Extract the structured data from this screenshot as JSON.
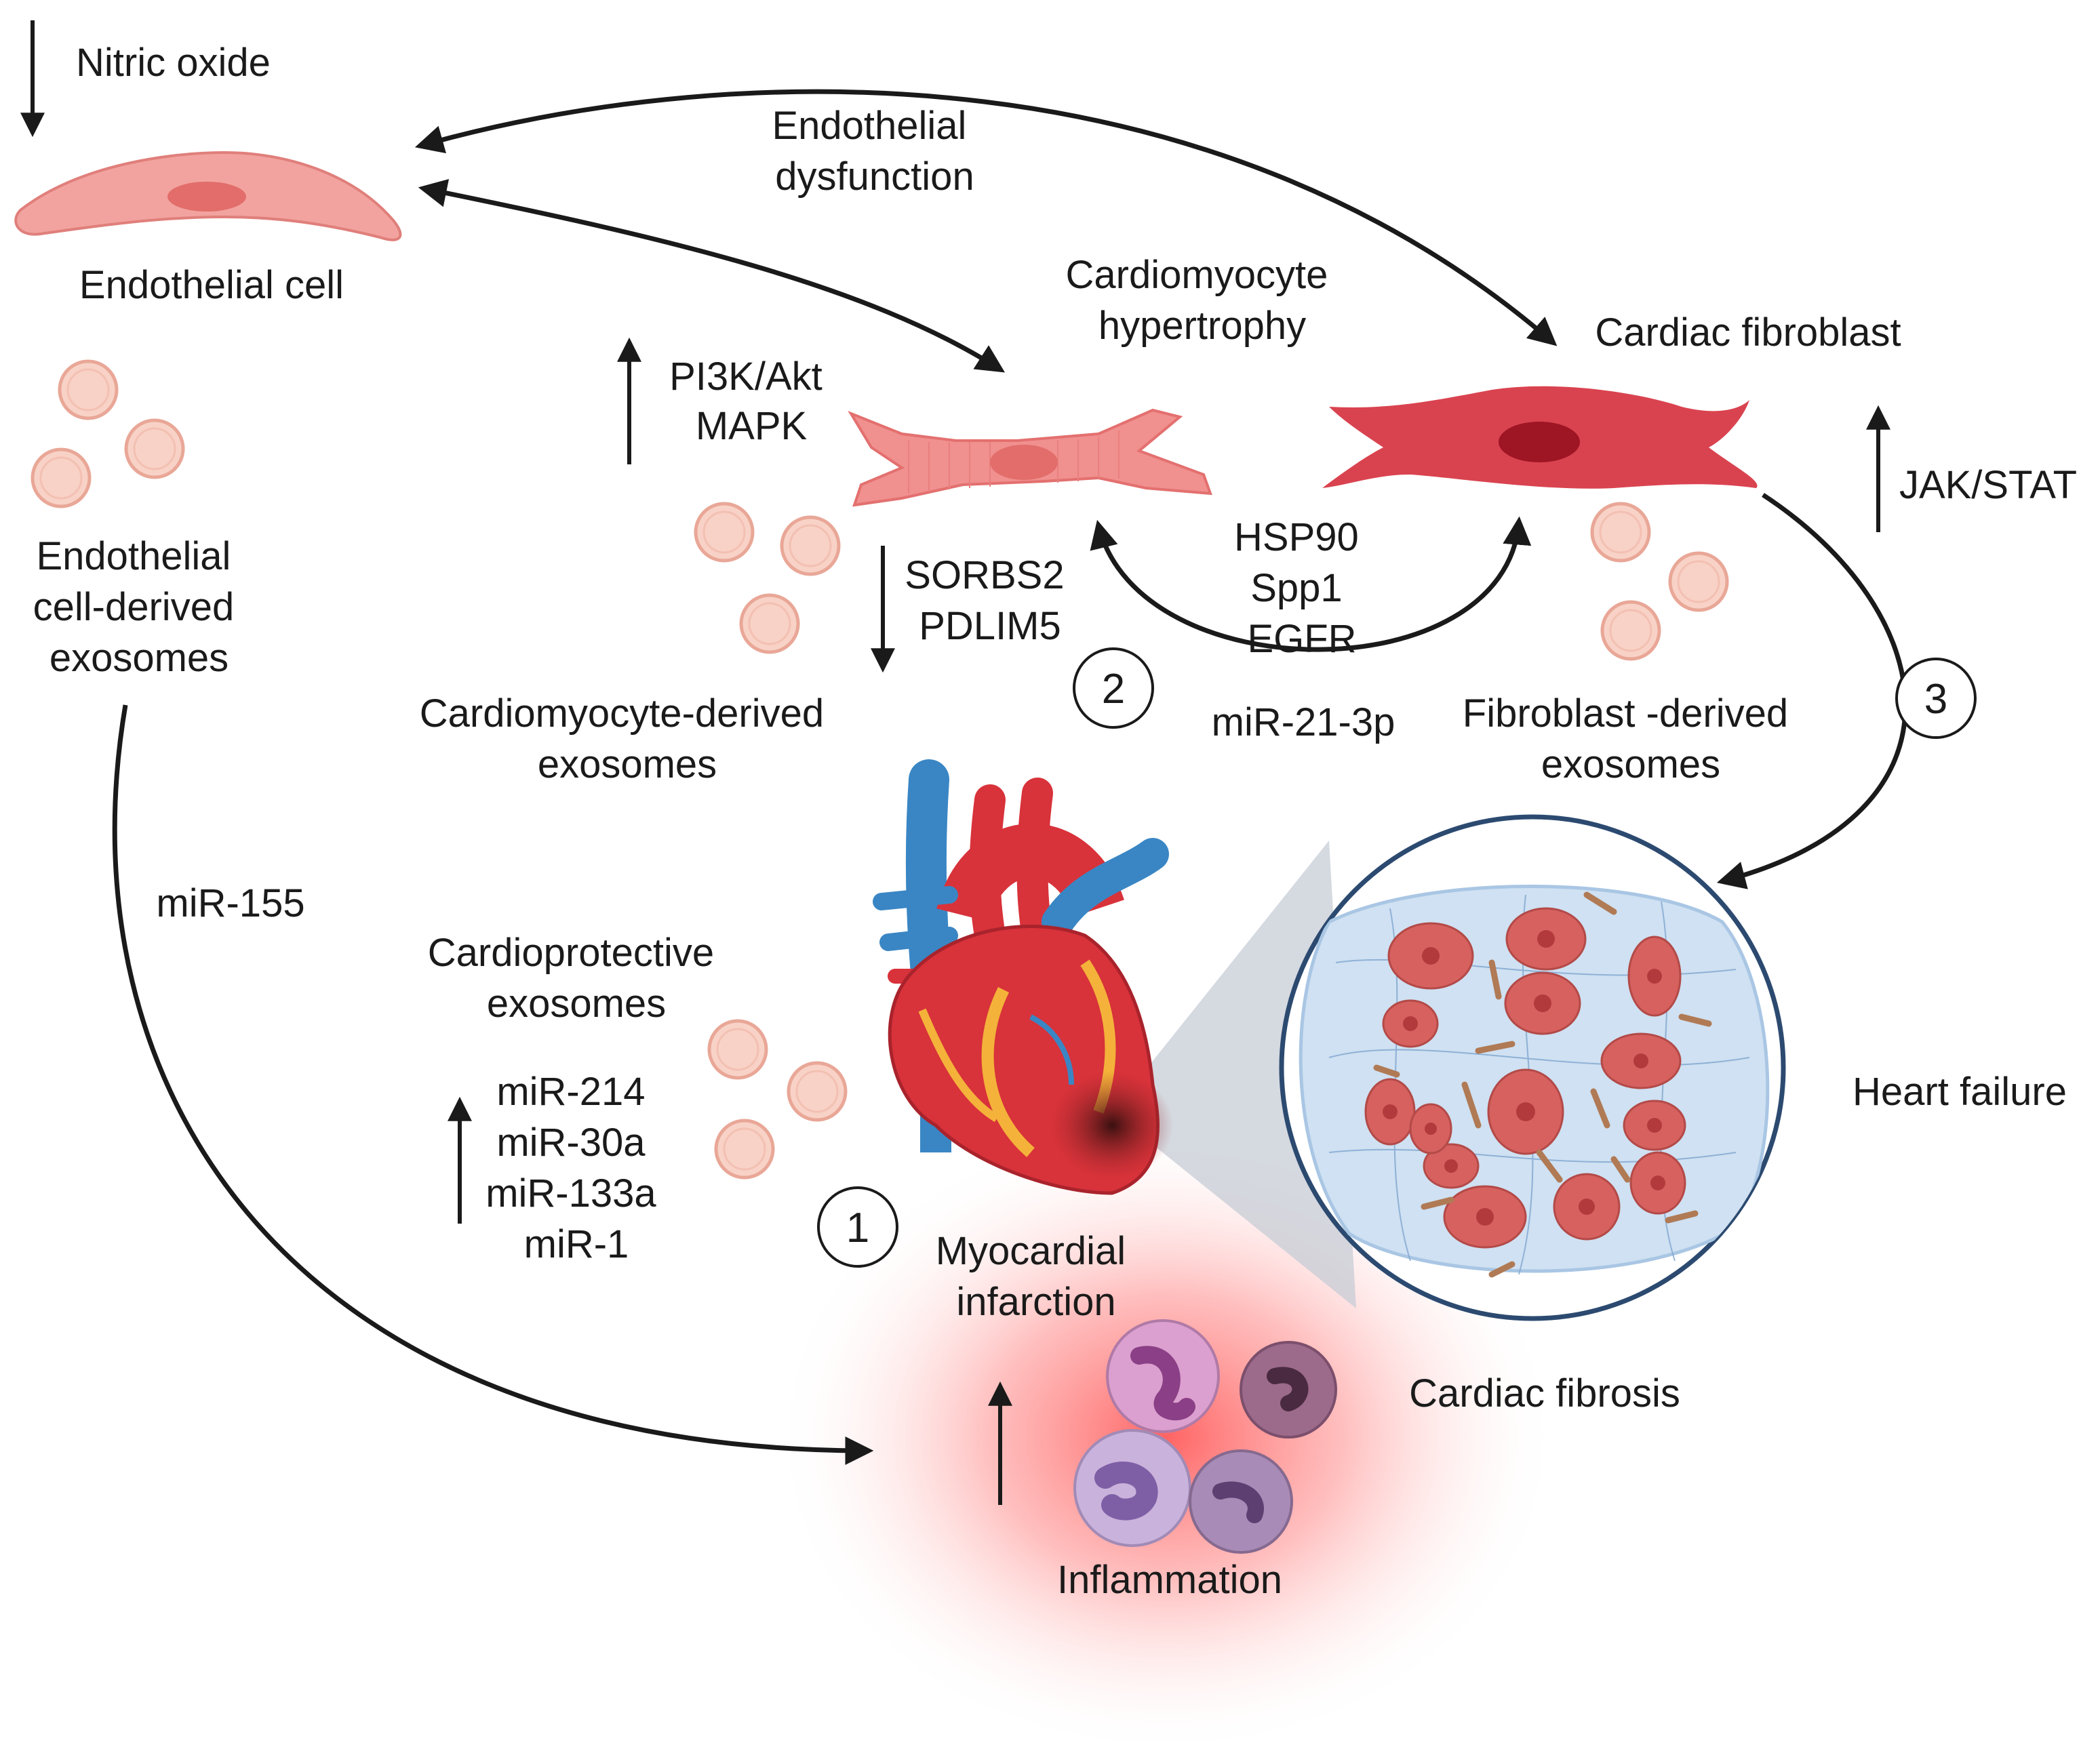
{
  "labels": {
    "nitric_oxide": "Nitric oxide",
    "endothelial_dysfunction": [
      "Endothelial",
      "dysfunction"
    ],
    "endothelial_cell": "Endothelial cell",
    "cardiomyocyte_hypertrophy": [
      "Cardiomyocyte",
      "hypertrophy"
    ],
    "cardiac_fibroblast": "Cardiac fibroblast",
    "pi3k_mapk": [
      "PI3K/Akt",
      "MAPK"
    ],
    "jak_stat": "JAK/STAT",
    "endothelial_exosomes": [
      "Endothelial",
      "cell-derived",
      "exosomes"
    ],
    "hsp90_group": [
      "HSP90",
      "Spp1",
      "EGFR"
    ],
    "sorbs2_group": [
      "SORBS2",
      "PDLIM5"
    ],
    "cardiomyocyte_exosomes": [
      "Cardiomyocyte-derived",
      "exosomes"
    ],
    "mir_21_3p": "miR-21-3p",
    "fibroblast_exosomes": [
      "Fibroblast -derived",
      "exosomes"
    ],
    "mir_155": "miR-155",
    "cardioprotective_exosomes": [
      "Cardioprotective",
      "exosomes"
    ],
    "mir_group": [
      "miR-214",
      "miR-30a",
      "miR-133a",
      "miR-1"
    ],
    "myocardial_infarction": [
      "Myocardial",
      "infarction"
    ],
    "heart_failure": "Heart failure",
    "cardiac_fibrosis": "Cardiac fibrosis",
    "inflammation": "Inflammation"
  },
  "steps": [
    "1",
    "2",
    "3"
  ],
  "colors": {
    "endothelial_cell": "#f2a39f",
    "cardiomyocyte": "#f0908f",
    "fibroblast": "#d9434f",
    "exosome": "#f8d2c6",
    "inflammation_glow": "#ff6b6b",
    "heart_red": "#d8323a",
    "heart_blue": "#3a86c4",
    "tissue_bg": "#cfe1f2",
    "tissue_cell": "#d6615f"
  },
  "icons": [
    "down-arrow-icon",
    "up-arrow-icon",
    "exosome-icon",
    "heart-icon",
    "tissue-magnifier-icon",
    "immune-cell-icon"
  ]
}
